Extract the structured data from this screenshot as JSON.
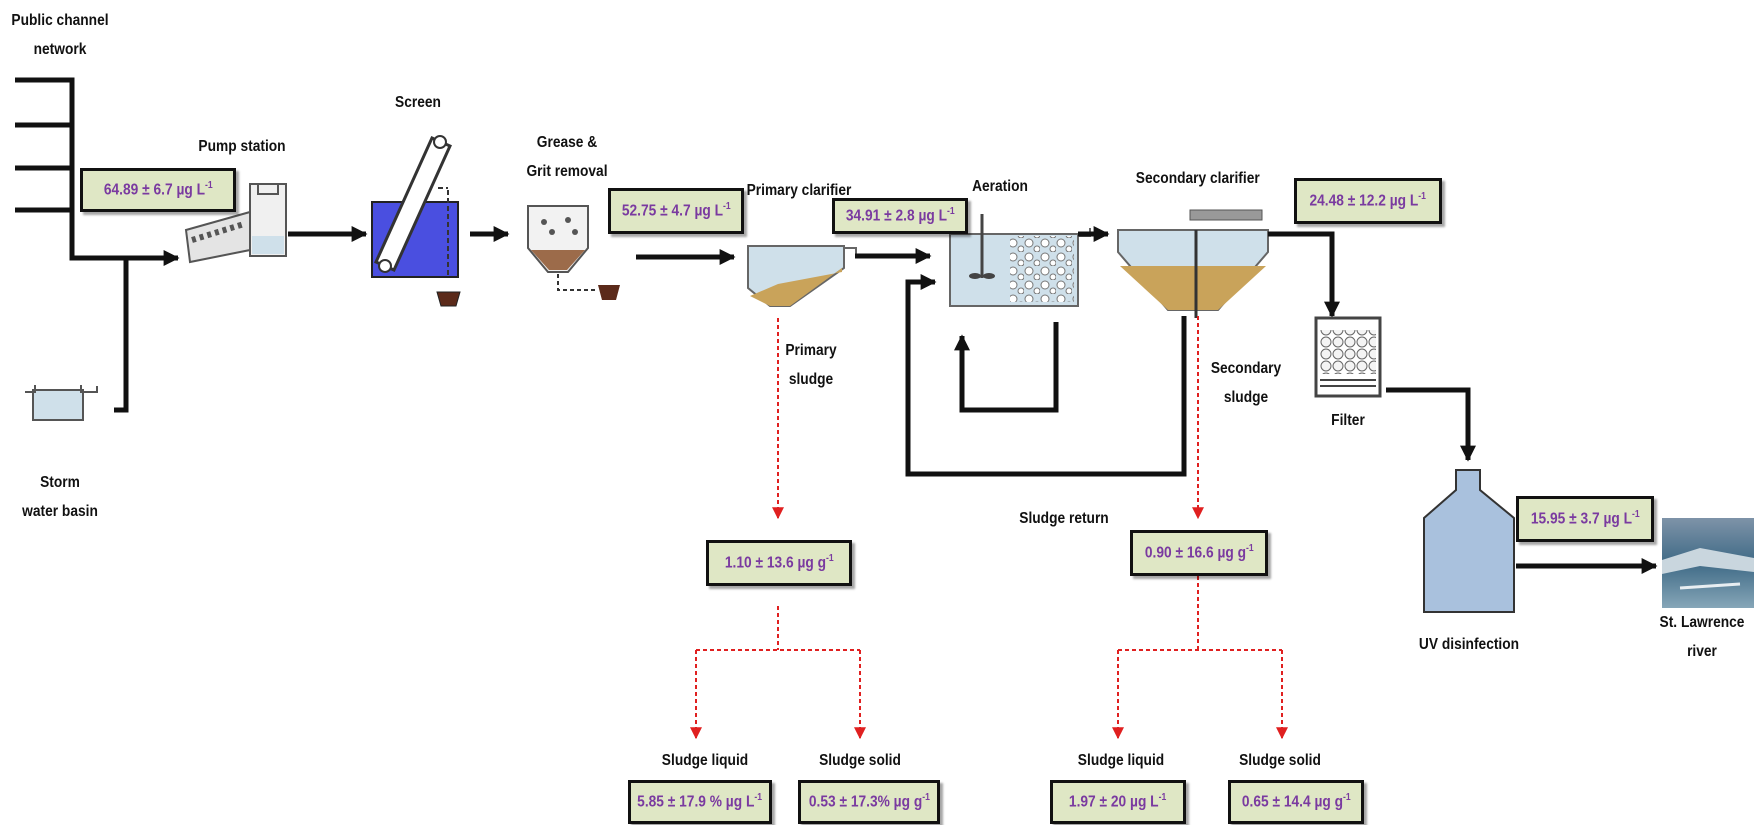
{
  "labels": {
    "public_channel": "Public channel\nnetwork",
    "pump_station": "Pump station",
    "screen": "Screen",
    "grease_grit": "Grease &\nGrit removal",
    "primary_clarifier": "Primary clarifier",
    "aeration": "Aeration",
    "secondary_clarifier": "Secondary clarifier",
    "storm_water": "Storm\nwater basin",
    "primary_sludge": "Primary\nsludge",
    "secondary_sludge": "Secondary\nsludge",
    "filter": "Filter",
    "sludge_return": "Sludge return",
    "uv_disinfection": "UV disinfection",
    "st_lawrence": "St. Lawrence\nriver",
    "sludge_liquid_primary": "Sludge liquid",
    "sludge_solid_primary": "Sludge solid",
    "sludge_liquid_secondary": "Sludge liquid",
    "sludge_solid_secondary": "Sludge solid"
  },
  "values": {
    "influent": {
      "text": "64.89 ± 6.7 µg L",
      "unit_exp": "-1"
    },
    "after_grit": {
      "text": "52.75 ± 4.7  µg L",
      "unit_exp": "-1"
    },
    "after_primary": {
      "text": "34.91 ± 2.8  µg L",
      "unit_exp": "-1"
    },
    "after_secondary": {
      "text": "24.48 ± 12.2  µg L",
      "unit_exp": "-1"
    },
    "effluent": {
      "text": "15.95 ± 3.7  µg L",
      "unit_exp": "-1"
    },
    "primary_sludge": {
      "text": "1.10 ± 13.6 µg g",
      "unit_exp": "-1"
    },
    "secondary_sludge": {
      "text": "0.90 ± 16.6  µg g",
      "unit_exp": "-1"
    },
    "primary_liquid": {
      "text": "5.85 ± 17.9 % µg L",
      "unit_exp": "-1"
    },
    "primary_solid": {
      "text": "0.53 ± 17.3% µg g",
      "unit_exp": "-1"
    },
    "secondary_liquid": {
      "text": "1.97 ± 20  µg L",
      "unit_exp": "-1"
    },
    "secondary_solid": {
      "text": "0.65 ± 14.4  µg g",
      "unit_exp": "-1"
    }
  },
  "colors": {
    "value_box_fill": "#dfe7c5",
    "value_text": "#7a3aa0",
    "sludge_arrow": "#e02020",
    "tank_fill": "#cfe0ea",
    "sludge_fill": "#c9a35a",
    "screen_water": "#4a4fe0",
    "uv_fill": "#a9c1dd"
  }
}
